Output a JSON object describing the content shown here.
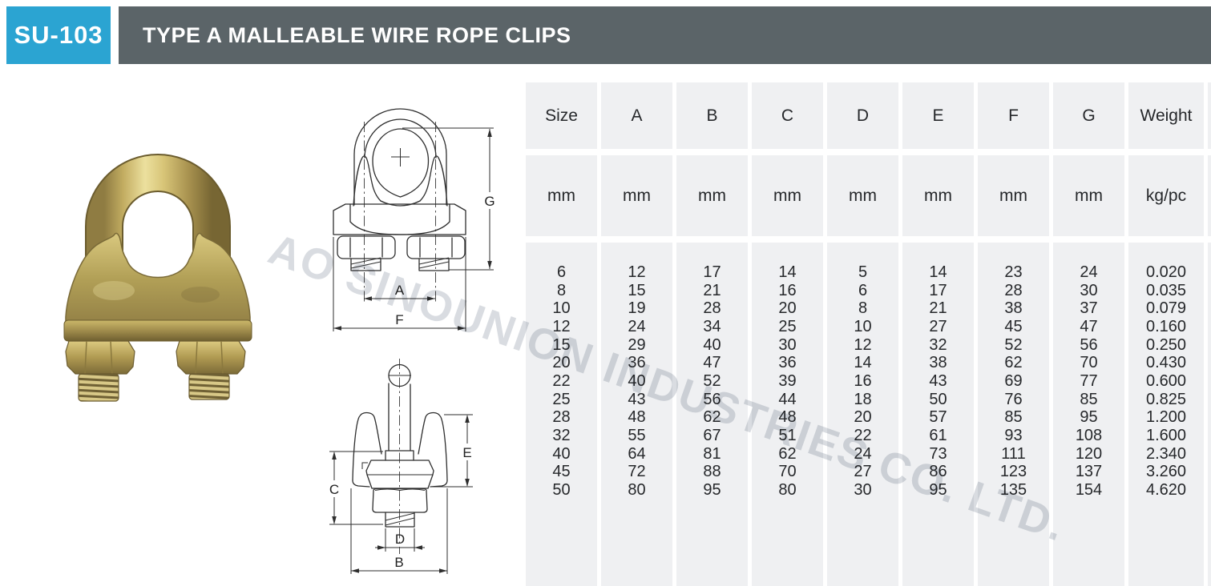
{
  "header": {
    "code": "SU-103",
    "title": "TYPE A MALLEABLE WIRE ROPE CLIPS"
  },
  "colors": {
    "accent_blue": "#2BA4D2",
    "header_gray": "#5B6468",
    "table_cell_bg": "#EFF0F2"
  },
  "watermark": {
    "text": "AO SINOUNION INDUSTRIES CO. LTD."
  },
  "photo": {
    "description": "yellow zinc plated malleable wire rope clip"
  },
  "diagram": {
    "front_view": {
      "labels": {
        "g": "G",
        "a": "A",
        "f": "F"
      }
    },
    "side_view": {
      "labels": {
        "e": "E",
        "c": "C",
        "d": "D",
        "b": "B"
      }
    }
  },
  "table": {
    "columns": [
      "Size",
      "A",
      "B",
      "C",
      "D",
      "E",
      "F",
      "G",
      "Weight"
    ],
    "units": [
      "mm",
      "mm",
      "mm",
      "mm",
      "mm",
      "mm",
      "mm",
      "mm",
      "kg/pc"
    ],
    "rows": [
      [
        "6",
        "12",
        "17",
        "14",
        "5",
        "14",
        "23",
        "24",
        "0.020"
      ],
      [
        "8",
        "15",
        "21",
        "16",
        "6",
        "17",
        "28",
        "30",
        "0.035"
      ],
      [
        "10",
        "19",
        "28",
        "20",
        "8",
        "21",
        "38",
        "37",
        "0.079"
      ],
      [
        "12",
        "24",
        "34",
        "25",
        "10",
        "27",
        "45",
        "47",
        "0.160"
      ],
      [
        "15",
        "29",
        "40",
        "30",
        "12",
        "32",
        "52",
        "56",
        "0.250"
      ],
      [
        "20",
        "36",
        "47",
        "36",
        "14",
        "38",
        "62",
        "70",
        "0.430"
      ],
      [
        "22",
        "40",
        "52",
        "39",
        "16",
        "43",
        "69",
        "77",
        "0.600"
      ],
      [
        "25",
        "43",
        "56",
        "44",
        "18",
        "50",
        "76",
        "85",
        "0.825"
      ],
      [
        "28",
        "48",
        "62",
        "48",
        "20",
        "57",
        "85",
        "95",
        "1.200"
      ],
      [
        "32",
        "55",
        "67",
        "51",
        "22",
        "61",
        "93",
        "108",
        "1.600"
      ],
      [
        "40",
        "64",
        "81",
        "62",
        "24",
        "73",
        "111",
        "120",
        "2.340"
      ],
      [
        "45",
        "72",
        "88",
        "70",
        "27",
        "86",
        "123",
        "137",
        "3.260"
      ],
      [
        "50",
        "80",
        "95",
        "80",
        "30",
        "95",
        "135",
        "154",
        "4.620"
      ]
    ]
  }
}
